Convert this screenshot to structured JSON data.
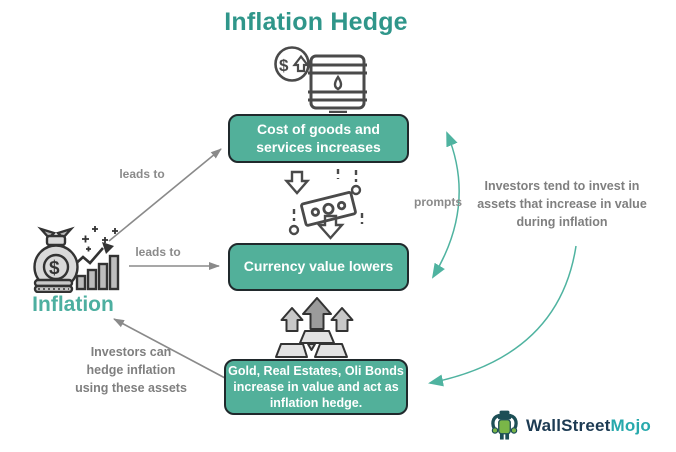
{
  "title": "Inflation Hedge",
  "colors": {
    "accent": "#2F968A",
    "accent_light": "#4DAFA0",
    "box_fill": "#52B09A",
    "box_border": "#20292C",
    "box_text": "#FFFFFF",
    "arrow_gray": "#8A8A8A",
    "note_gray": "#7F7F7F",
    "curve_teal": "#4FB3A0",
    "icon_stroke": "#4A4A4A",
    "logo_navy": "#1D3B53",
    "logo_teal": "#27A9AC",
    "logo_green": "#7AB648"
  },
  "nodes": {
    "box1": "Cost of goods and\nservices increases",
    "box2": "Currency value lowers",
    "box3": "Gold, Real Estates, Oli Bonds\nincrease in value and act as\ninflation hedge.",
    "inflation_label": "Inflation"
  },
  "annotations": {
    "leads_to_1": "leads to",
    "leads_to_2": "leads to",
    "prompts": "prompts",
    "invest_note": "Investors tend to invest in\nassets that increase in value\nduring inflation",
    "hedge_note": "Investors can\nhedge inflation\nusing these assets"
  },
  "icons": {
    "dollar": "$",
    "oil_barrel": "oil-barrel-price-up-icon",
    "falling_currency": "falling-currency-icon",
    "gold_bars": "gold-bars-rising-icon",
    "money_bag": "inflation-money-bag-icon",
    "logo": "wallstreetmojo-logo-icon"
  },
  "logo": {
    "part1": "WallStreet",
    "part2": "Mojo"
  }
}
